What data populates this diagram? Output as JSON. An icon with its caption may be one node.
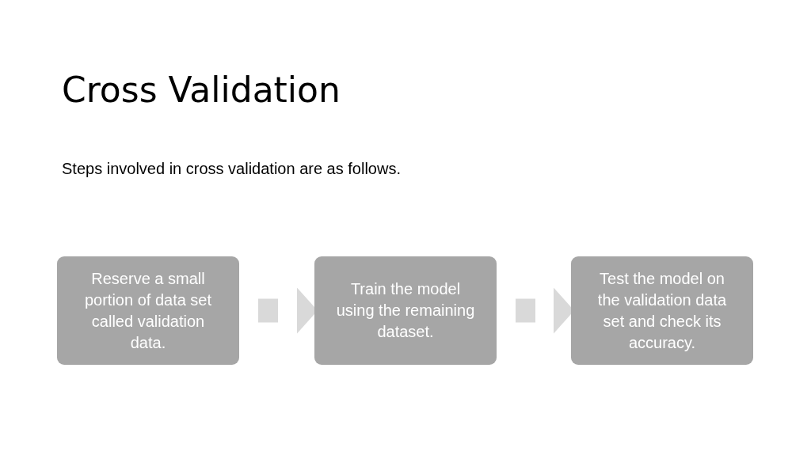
{
  "diagram": {
    "title": "Cross Validation",
    "nodes": [
      {
        "text": [
          "Reserve a small portion of data set called validation data."
        ]
      },
      {
        "text": [
          "Train the model using the remaining dataset."
        ]
      },
      {
        "text": [
          "Test the model on the validation data set and check its accuracy."
        ]
      }
    ],
    "edges": [
      {
        "from": 0,
        "to": 1,
        "arrow": "to"
      },
      {
        "from": 1,
        "to": 2,
        "arrow": "to"
      }
    ],
    "labels": [
      "Steps involved in cross validation are as follows."
    ]
  }
}
